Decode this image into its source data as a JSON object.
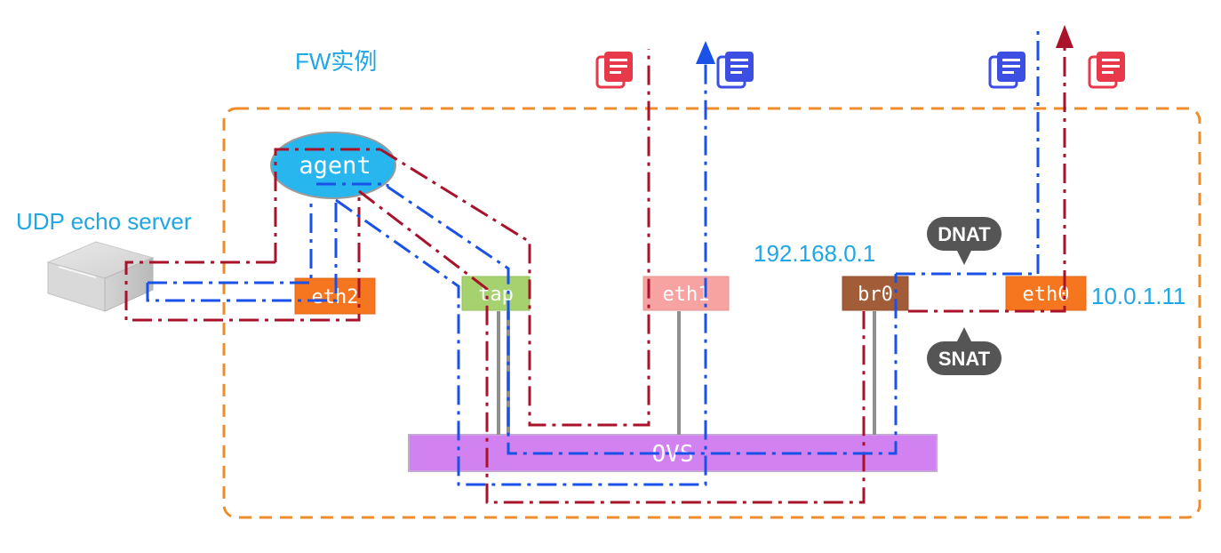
{
  "title": "FW实例",
  "server": {
    "label": "UDP echo server"
  },
  "agent": {
    "label": "agent"
  },
  "interfaces": {
    "eth2": "eth2",
    "tap": "tap",
    "eth1": "eth1",
    "br0": "br0",
    "eth0": "eth0"
  },
  "ovs": {
    "label": "OVS"
  },
  "addresses": {
    "br0_ip": "192.168.0.1",
    "eth0_ip": "10.0.1.11"
  },
  "nat": {
    "dnat": "DNAT",
    "snat": "SNAT"
  },
  "colors": {
    "red_path": "#a8122a",
    "blue_path": "#1a52e8",
    "box_border": "#ef8d2c",
    "accent": "#1ea7e4"
  },
  "icons": [
    "doc-red-icon",
    "doc-blue-icon",
    "doc-blue-icon",
    "doc-red-icon"
  ]
}
